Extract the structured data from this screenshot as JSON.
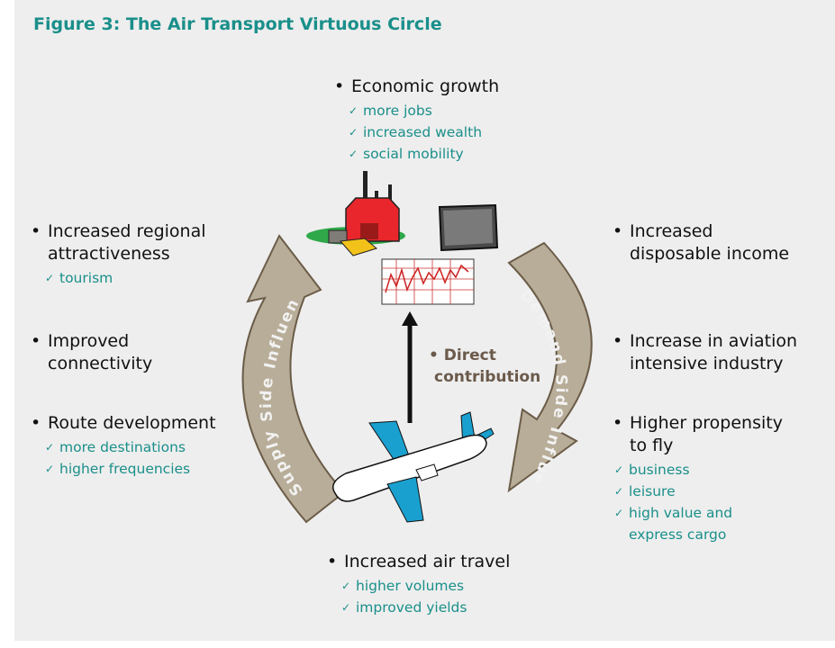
{
  "title": "Figure 3: The Air Transport Virtuous Circle",
  "blocks": {
    "top": {
      "heading": "Economic growth",
      "items": [
        "more jobs",
        "increased wealth",
        "social mobility"
      ]
    },
    "left1": {
      "heading": [
        "Increased regional",
        "attractiveness"
      ],
      "items": [
        "tourism"
      ]
    },
    "left2": {
      "heading": [
        "Improved",
        "connectivity"
      ],
      "items": []
    },
    "left3": {
      "heading": [
        "Route development"
      ],
      "items": [
        "more destinations",
        "higher frequencies"
      ]
    },
    "right1": {
      "heading": [
        "Increased",
        "disposable income"
      ],
      "items": []
    },
    "right2": {
      "heading": [
        "Increase in aviation",
        "intensive industry"
      ],
      "items": []
    },
    "right3": {
      "heading": [
        "Higher propensity",
        "to fly"
      ],
      "items": [
        "business",
        "leisure",
        "high value and",
        "express cargo"
      ]
    },
    "bottom": {
      "heading": "Increased air travel",
      "items": [
        "higher volumes",
        "improved yields"
      ]
    }
  },
  "direct": [
    "Direct",
    "contribution"
  ],
  "arrows": {
    "left": "Supply Side Influence",
    "right": "Demand Side Influence"
  },
  "colors": {
    "accent": "#1a8f8a",
    "arrow": "#b8ad98",
    "arrow_edge": "#6b5c48",
    "panel": "#eeeeee"
  },
  "icons": [
    "factory-icon",
    "monitor-icon",
    "chart-icon",
    "airplane-icon"
  ]
}
